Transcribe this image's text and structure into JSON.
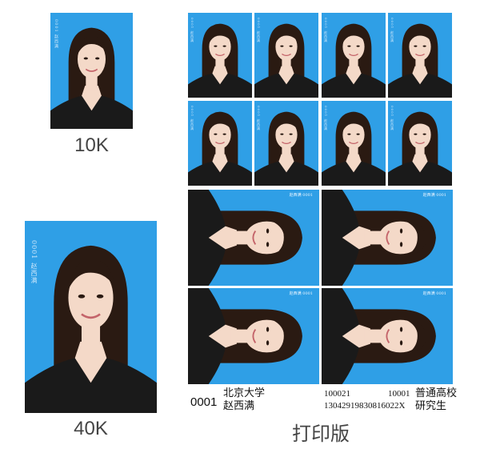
{
  "photos": {
    "small_caption": "10K",
    "large_caption": "40K",
    "print_caption": "打印版",
    "photo_vertical_text": "0001 赵西满",
    "landscape_photo_text": "赵西满 0001"
  },
  "print_sheet": {
    "left_number": "0001",
    "left_school": "北京大学",
    "left_name": "赵西满",
    "right_code": "100021",
    "right_num": "10001",
    "right_type": "普通高校",
    "right_id": "130429198308160​22X",
    "right_level": "研究生"
  },
  "colors": {
    "background_blue": "#2f9fe6",
    "shirt": "#1a1a1a",
    "hair": "#2a1a12",
    "skin": "#f4d9c8"
  }
}
